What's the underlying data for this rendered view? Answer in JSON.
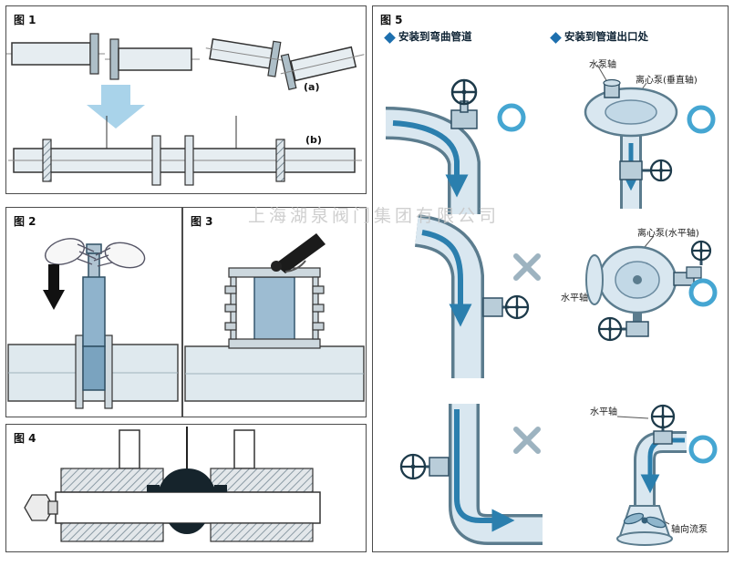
{
  "watermark": "上海湖泉阀门集团有限公司",
  "fig1": {
    "title": "图 1",
    "label_a": "(a)",
    "label_b": "(b)"
  },
  "fig2": {
    "title": "图 2"
  },
  "fig3": {
    "title": "图 3"
  },
  "fig4": {
    "title": "图 4"
  },
  "fig5": {
    "title": "图 5",
    "legend_bend": "安装到弯曲管道",
    "legend_outlet": "安装到管道出口处",
    "labels": {
      "pump_shaft": "水泵轴",
      "centrifugal_vertical": "离心泵(垂直轴)",
      "centrifugal_horizontal": "离心泵(水平轴)",
      "horizontal_shaft_mid": "水平轴",
      "horizontal_shaft_bottom": "水平轴",
      "axial_flow_pump": "轴向流泵"
    }
  },
  "colors": {
    "flow_blue": "#2b7fae",
    "pipe_fill": "#d9e7f0",
    "pipe_outline": "#5b7c8e",
    "mark_blue": "#45a6d2",
    "cross_gray": "#9db3c0"
  }
}
